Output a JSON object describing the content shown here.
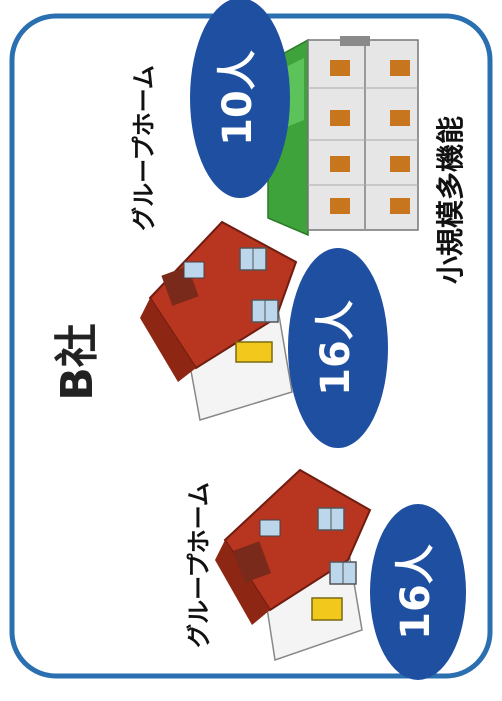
{
  "company": {
    "name": "B社"
  },
  "facilities": [
    {
      "type_label": "グループホーム",
      "capacity": "16人"
    },
    {
      "type_label": "グループホーム",
      "capacity": "16人"
    },
    {
      "type_label": "小規模多機能",
      "capacity": "10人"
    }
  ],
  "colors": {
    "frame_border": "#2a6fb0",
    "badge_fill": "#1f4fa0",
    "roof": "#b8351f",
    "chimney": "#7a2a1a",
    "wall": "#f4f4f4",
    "door": "#f2c81c",
    "window": "#bcd6ec",
    "building_wall": "#e6e6e6",
    "building_window": "#c8761e",
    "roof_slope": "#3ea33a"
  },
  "icons": [
    "house-icon",
    "house-icon",
    "apartment-building-icon"
  ]
}
